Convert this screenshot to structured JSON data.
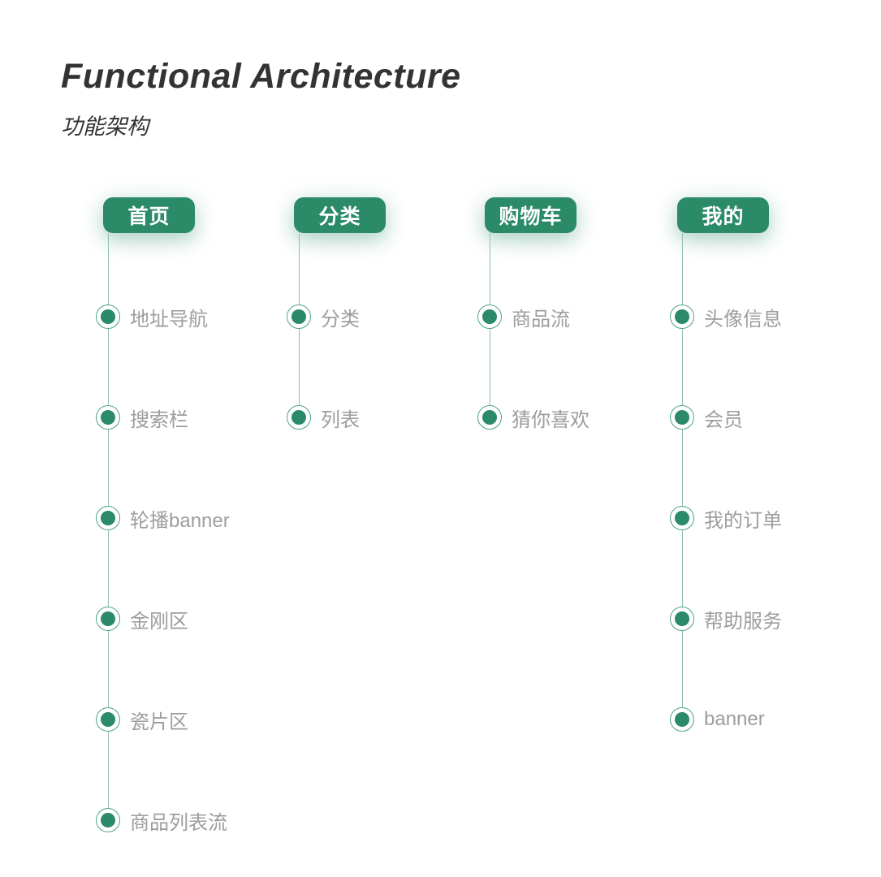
{
  "page": {
    "title": "Functional Architecture",
    "subtitle": "功能架构"
  },
  "colors": {
    "accent-green": "#2B8A68",
    "ring-green": "#4FA385",
    "line-green": "#8FC0AA",
    "label-gray": "#9D9D9D",
    "title-dark": "#333333",
    "pill-text": "#FFFFFF",
    "background": "#FFFFFF"
  },
  "columns": [
    {
      "header": "首页",
      "items": [
        "地址导航",
        "搜索栏",
        "轮播banner",
        "金刚区",
        "瓷片区",
        "商品列表流"
      ]
    },
    {
      "header": "分类",
      "items": [
        "分类",
        "列表"
      ]
    },
    {
      "header": "购物车",
      "items": [
        "商品流",
        "猜你喜欢"
      ]
    },
    {
      "header": "我的",
      "items": [
        "头像信息",
        "会员",
        "我的订单",
        "帮助服务",
        "banner"
      ]
    }
  ]
}
